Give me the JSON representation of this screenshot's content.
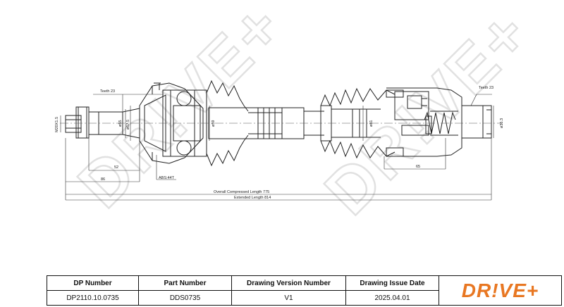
{
  "watermark": "DR!VE+",
  "drawing": {
    "labels": {
      "teeth_left": "Teeth 23",
      "teeth_right": "Teeth 23",
      "thread": "M20X1.5",
      "dia_55": "ø55",
      "dia_57_5": "ø57.5",
      "dia_59": "ø59",
      "dia_81": "ø81",
      "dia_36_3": "ø36.3",
      "dim_52": "52",
      "dim_86": "86",
      "dim_65": "65",
      "abs": "ABS:44T",
      "overall": "Overall  Compressed  Length 775",
      "extended": "Extended  Length  814"
    }
  },
  "table": {
    "headers": [
      "DP Number",
      "Part Number",
      "Drawing Version Number",
      "Drawing Issue Date"
    ],
    "values": [
      "DP2110.10.0735",
      "DDS0735",
      "V1",
      "2025.04.01"
    ],
    "logo": "DR!VE+"
  },
  "colors": {
    "brand": "#e87722",
    "line": "#222222"
  }
}
